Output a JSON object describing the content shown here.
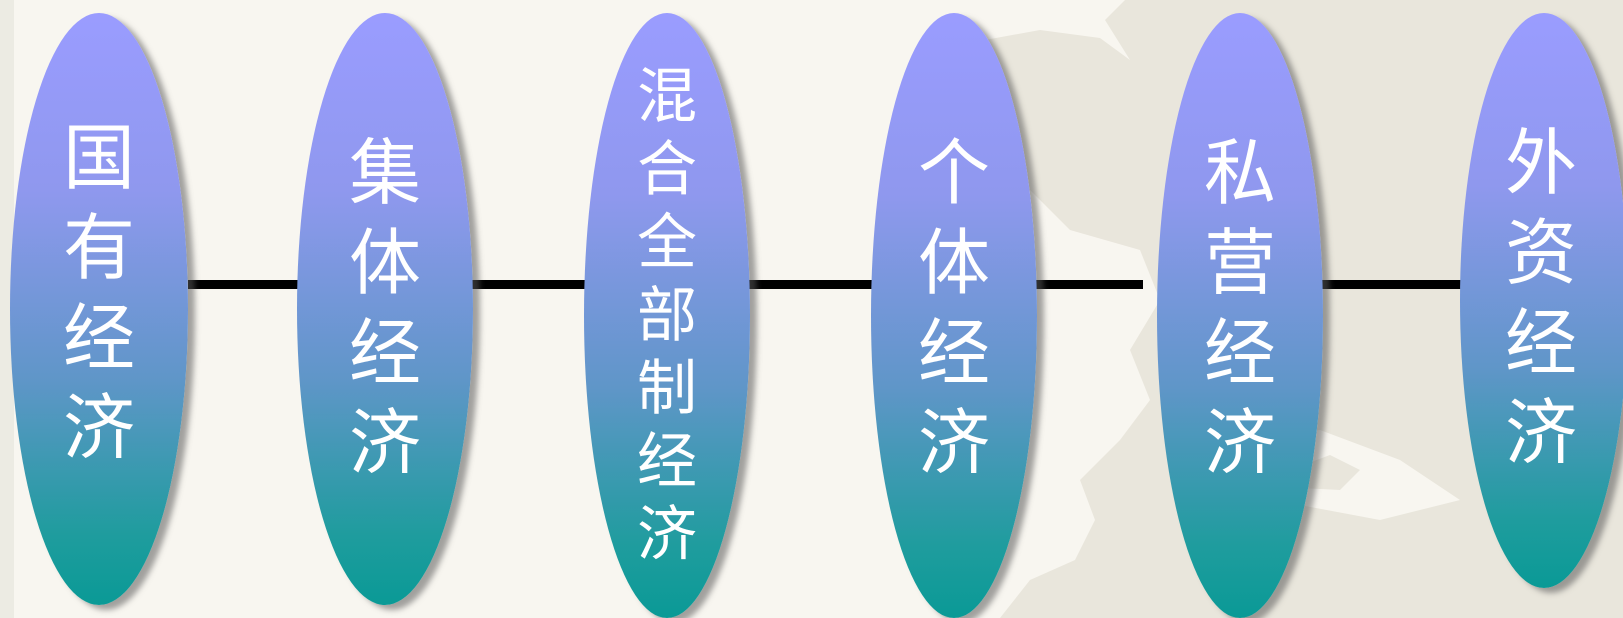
{
  "diagram": {
    "nodes": [
      {
        "label": "国有经济"
      },
      {
        "label": "集体经济"
      },
      {
        "label": "混合全部制经济"
      },
      {
        "label": "个体经济"
      },
      {
        "label": "私营经济"
      },
      {
        "label": "外资经济"
      }
    ],
    "colors": {
      "node_top": "#9a9cff",
      "node_bottom": "#0a9a96",
      "connector": "#000000",
      "label": "#ffffff",
      "background": "#f8f6f0",
      "background_shape": "#e8e5db"
    }
  }
}
